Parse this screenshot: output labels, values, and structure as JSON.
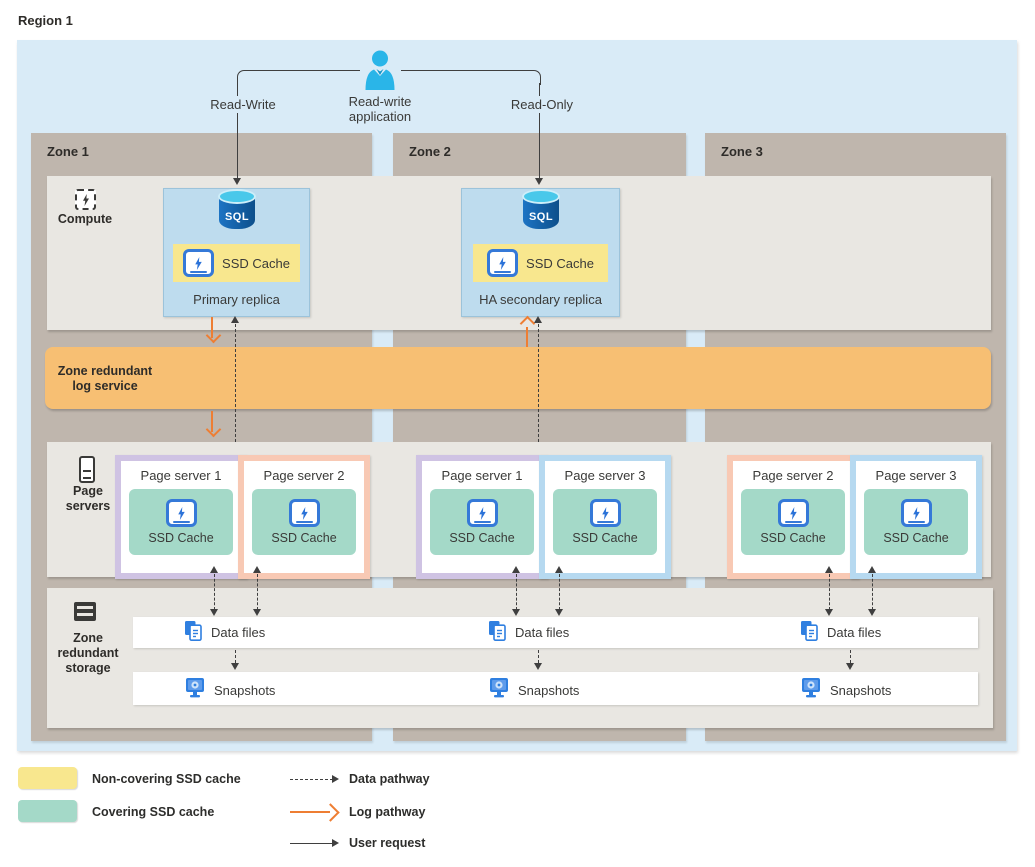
{
  "region": {
    "title": "Region 1"
  },
  "application": {
    "label": "Read-write application",
    "left_path": "Read-Write",
    "right_path": "Read-Only"
  },
  "sections": {
    "compute": "Compute",
    "log": "Zone redundant log service",
    "page_servers": "Page servers",
    "storage": "Zone redundant storage"
  },
  "icons": {
    "sql_label": "SQL"
  },
  "zones": [
    {
      "name": "Zone 1",
      "replica": {
        "title": "Primary replica",
        "cache": "SSD Cache"
      },
      "page_servers": [
        {
          "name": "Page server 1",
          "cache": "SSD Cache"
        },
        {
          "name": "Page server 2",
          "cache": "SSD Cache"
        }
      ],
      "storage": {
        "data_files": "Data files",
        "snapshots": "Snapshots"
      }
    },
    {
      "name": "Zone 2",
      "replica": {
        "title": "HA secondary replica",
        "cache": "SSD Cache"
      },
      "page_servers": [
        {
          "name": "Page server 1",
          "cache": "SSD Cache"
        },
        {
          "name": "Page server 3",
          "cache": "SSD Cache"
        }
      ],
      "storage": {
        "data_files": "Data files",
        "snapshots": "Snapshots"
      }
    },
    {
      "name": "Zone 3",
      "page_servers": [
        {
          "name": "Page server 2",
          "cache": "SSD Cache"
        },
        {
          "name": "Page server 3",
          "cache": "SSD Cache"
        }
      ],
      "storage": {
        "data_files": "Data files",
        "snapshots": "Snapshots"
      }
    }
  ],
  "legend": {
    "non_covering": "Non-covering SSD cache",
    "covering": "Covering SSD cache",
    "data_pathway": "Data pathway",
    "log_pathway": "Log pathway",
    "user_request": "User request"
  },
  "colors": {
    "region_bg": "#d9ebf7",
    "zone_bg": "#bfb6ad",
    "strip_bg": "#e9e7e2",
    "log_service_bg": "#f7bf73",
    "replica_bg": "#bedcee",
    "non_covering_yellow": "#f8e78e",
    "covering_teal": "#a4d9c8",
    "page_server_1_border": "#cfc3e3",
    "page_server_2_border": "#f8c9b4",
    "page_server_3_border": "#b6d9f0",
    "log_arrow": "#ee7e33",
    "line": "#3f3f3f",
    "azure_blue": "#2f7fe0",
    "person_cyan": "#2ab5e8"
  }
}
